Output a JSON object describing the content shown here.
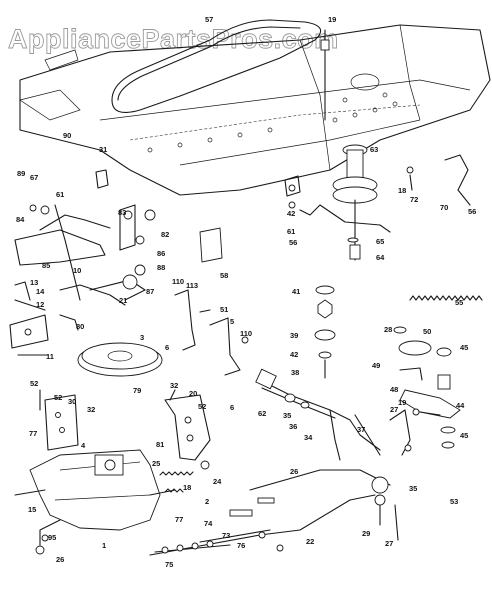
{
  "watermark": "AppliancePartsPros.com",
  "callouts": [
    "57",
    "19",
    "90",
    "31",
    "63",
    "89",
    "67",
    "84",
    "61",
    "85",
    "10",
    "14",
    "13",
    "12",
    "80",
    "11",
    "3",
    "21",
    "87",
    "83",
    "82",
    "88",
    "86",
    "58",
    "110",
    "113",
    "1",
    "51",
    "5",
    "6",
    "79",
    "52",
    "30",
    "32",
    "77",
    "4",
    "20",
    "81",
    "25",
    "24",
    "18",
    "2",
    "15",
    "95",
    "26",
    "77",
    "74",
    "73",
    "75",
    "76",
    "55",
    "53",
    "62",
    "42",
    "61",
    "56",
    "65",
    "64",
    "41",
    "50",
    "39",
    "38",
    "28",
    "49",
    "45",
    "48",
    "44",
    "27",
    "36",
    "35",
    "34",
    "37",
    "29",
    "22",
    "72",
    "70",
    "56"
  ]
}
